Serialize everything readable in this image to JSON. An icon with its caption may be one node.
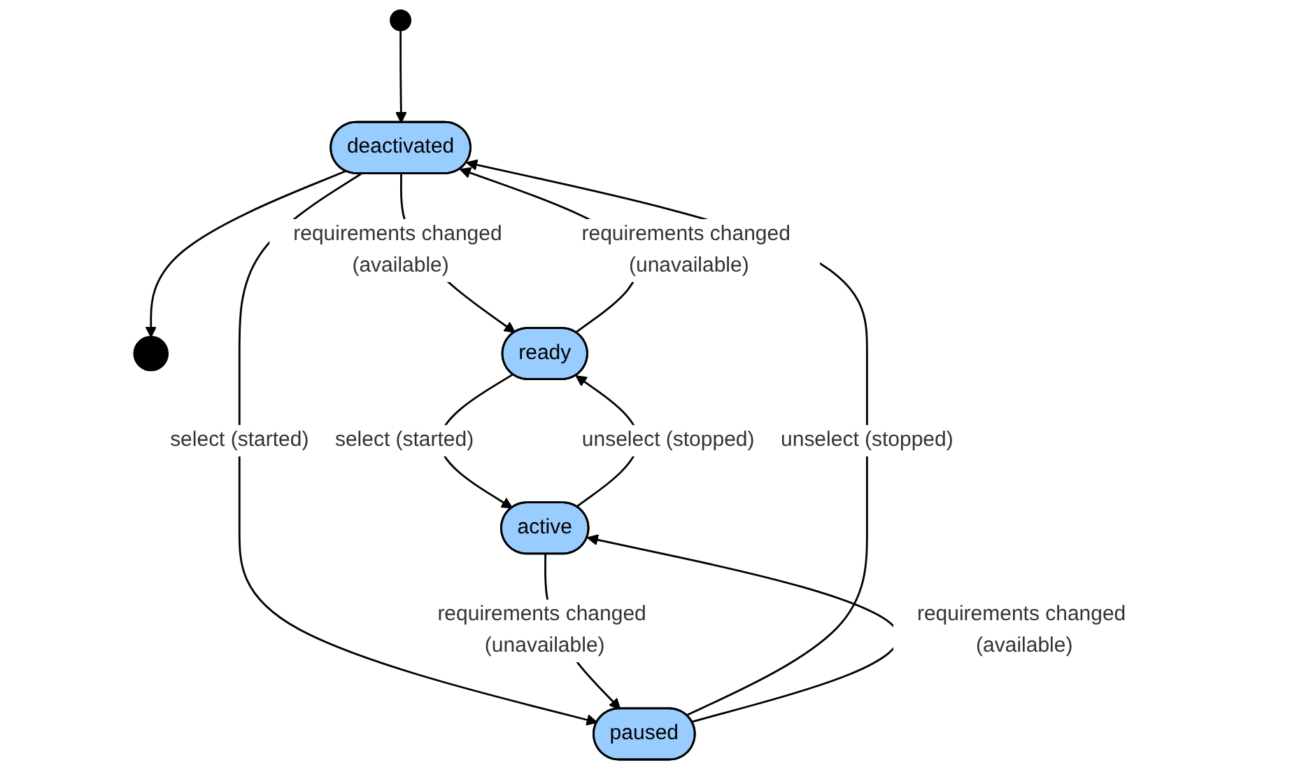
{
  "diagram": {
    "nodes": [
      {
        "text": [],
        "shape": "circle"
      },
      {
        "text": [],
        "shape": "bullseye"
      },
      {
        "text": [
          "deactivated"
        ]
      },
      {
        "text": [
          "ready"
        ]
      },
      {
        "text": [
          "paused"
        ]
      },
      {
        "text": [
          "active"
        ]
      }
    ],
    "edges": [
      {
        "from": 0,
        "to": 2,
        "arrow": "to"
      },
      {
        "from": 2,
        "to": 1,
        "arrow": "to"
      },
      {
        "from": 2,
        "to": 3,
        "arrow": "to",
        "label": "requirements changed (available)"
      },
      {
        "from": 3,
        "to": 2,
        "arrow": "to",
        "label": "requirements changed (unavailable)"
      },
      {
        "from": 4,
        "to": 2,
        "arrow": "to",
        "label": "unselect (stopped)"
      },
      {
        "from": 2,
        "to": 4,
        "arrow": "to",
        "label": "select (started)"
      },
      {
        "from": 4,
        "to": 5,
        "arrow": "to",
        "label": "requirements changed (available)"
      },
      {
        "from": 5,
        "to": 4,
        "arrow": "to",
        "label": "requirements changed (unavailable)"
      },
      {
        "from": 5,
        "to": 3,
        "arrow": "to",
        "label": "unselect (stopped)"
      },
      {
        "from": 3,
        "to": 5,
        "arrow": "to",
        "label": "select (started)"
      }
    ]
  }
}
